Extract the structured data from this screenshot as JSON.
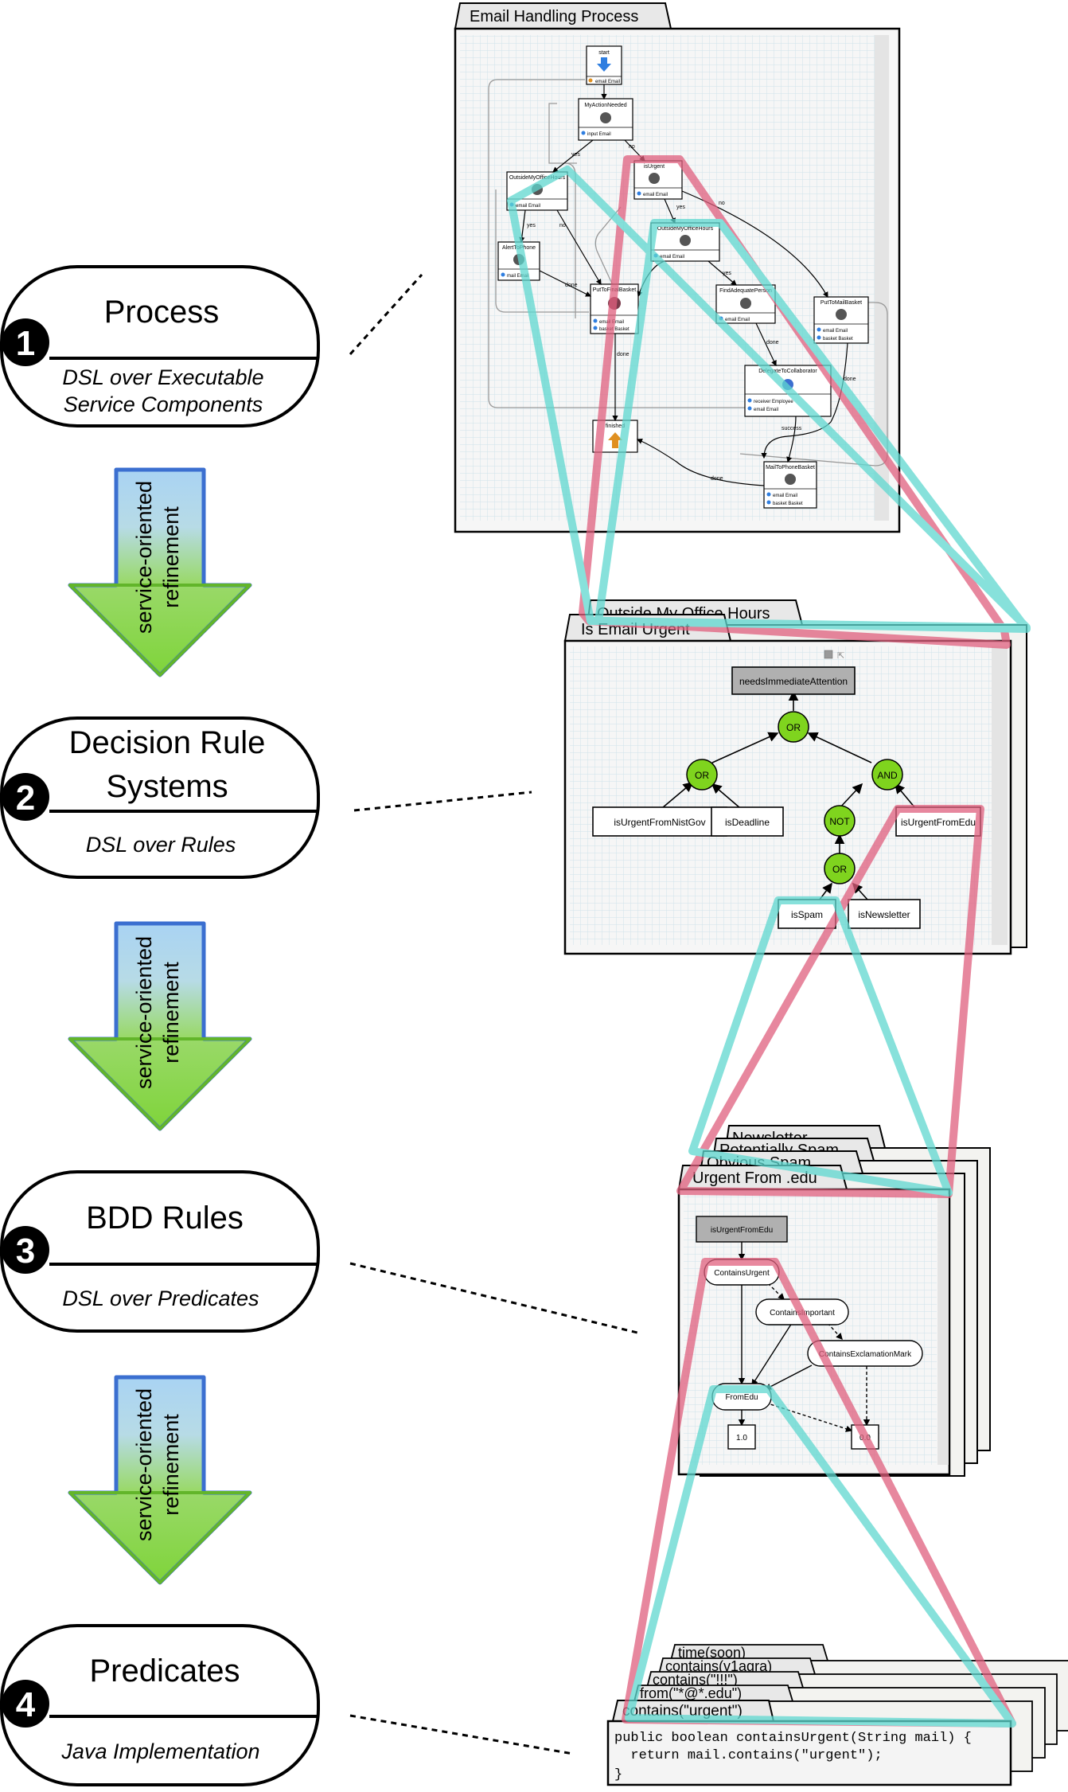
{
  "levels": [
    {
      "number": "1",
      "title": "Process",
      "subtitle": "DSL over Executable Service Components"
    },
    {
      "number": "2",
      "title": "Decision Rule Systems",
      "subtitle": "DSL over Rules"
    },
    {
      "number": "3",
      "title": "BDD Rules",
      "subtitle": "DSL over Predicates"
    },
    {
      "number": "4",
      "title": "Predicates",
      "subtitle": "Java Implementation"
    }
  ],
  "level_lines": {
    "l1": [
      "DSL over Executable",
      "Service Components"
    ],
    "l2": [
      "Decision Rule",
      "Systems"
    ]
  },
  "arrow_label": [
    "service-oriented",
    "refinement"
  ],
  "panel1": {
    "tab": "Email Handling Process",
    "nodes": {
      "start": "start",
      "myaction": "MyActionNeeded",
      "isurgent": "isUrgent",
      "outside1": "OutsideMyOfficeHours",
      "outside2": "OutsideMyOfficeHours",
      "alert": "AlertToPhone",
      "putfinal": "PutToFinalBasket",
      "findadequate": "FindAdequatePerson",
      "putmail": "PutToMailBasket",
      "delegate": "DelegateToCollaborator",
      "finished": "finished",
      "mailbasket": "MailToPhoneBasket"
    },
    "edge_labels": [
      "yes",
      "no",
      "yes",
      "no",
      "done",
      "yes",
      "no",
      "yes",
      "done",
      "done",
      "done",
      "success",
      "done"
    ]
  },
  "panel2": {
    "tab_back": "Outside My Office Hours",
    "tab_front": "Is Email Urgent",
    "root": "needsImmediateAttention",
    "ops": {
      "or_top": "OR",
      "or_left": "OR",
      "and": "AND",
      "not": "NOT",
      "or_low": "OR"
    },
    "leaves": {
      "nist": "isUrgentFromNistGov",
      "deadline": "isDeadline",
      "edu": "isUrgentFromEdu",
      "spam": "isSpam",
      "newsletter": "isNewsletter"
    }
  },
  "panel3": {
    "tabs": [
      "Newsletter",
      "Potentially Spam",
      "Obvious Spam"
    ],
    "tab_front": "Urgent From .edu",
    "root": "isUrgentFromEdu",
    "nodes": {
      "contains_urgent": "ContainsUrgent",
      "contains_important": "ContainsImportant",
      "contains_excl": "ContainsExclamationMark",
      "fromedu": "FromEdu"
    },
    "terminals": {
      "one": "1.0",
      "zero": "0.0"
    }
  },
  "panel4": {
    "tabs": [
      "time(soon)",
      "contains(v1agra)",
      "contains(\"!!!\")",
      "from(\"*@*.edu\")"
    ],
    "tab_front": "contains(\"urgent\")",
    "code": [
      "public boolean containsUrgent(String mail) {",
      "  return mail.contains(\"urgent\");",
      "}"
    ]
  },
  "colors": {
    "pink": "#e0607e",
    "cyan": "#5fd8d0",
    "arrow_green": "#7fd43a",
    "arrow_blue": "#3b6fd0",
    "node_green": "#7fd41e",
    "grid": "#cfe3ea"
  },
  "icons": [
    "start-arrow-icon",
    "finish-arrow-icon",
    "service-gear-icon"
  ]
}
